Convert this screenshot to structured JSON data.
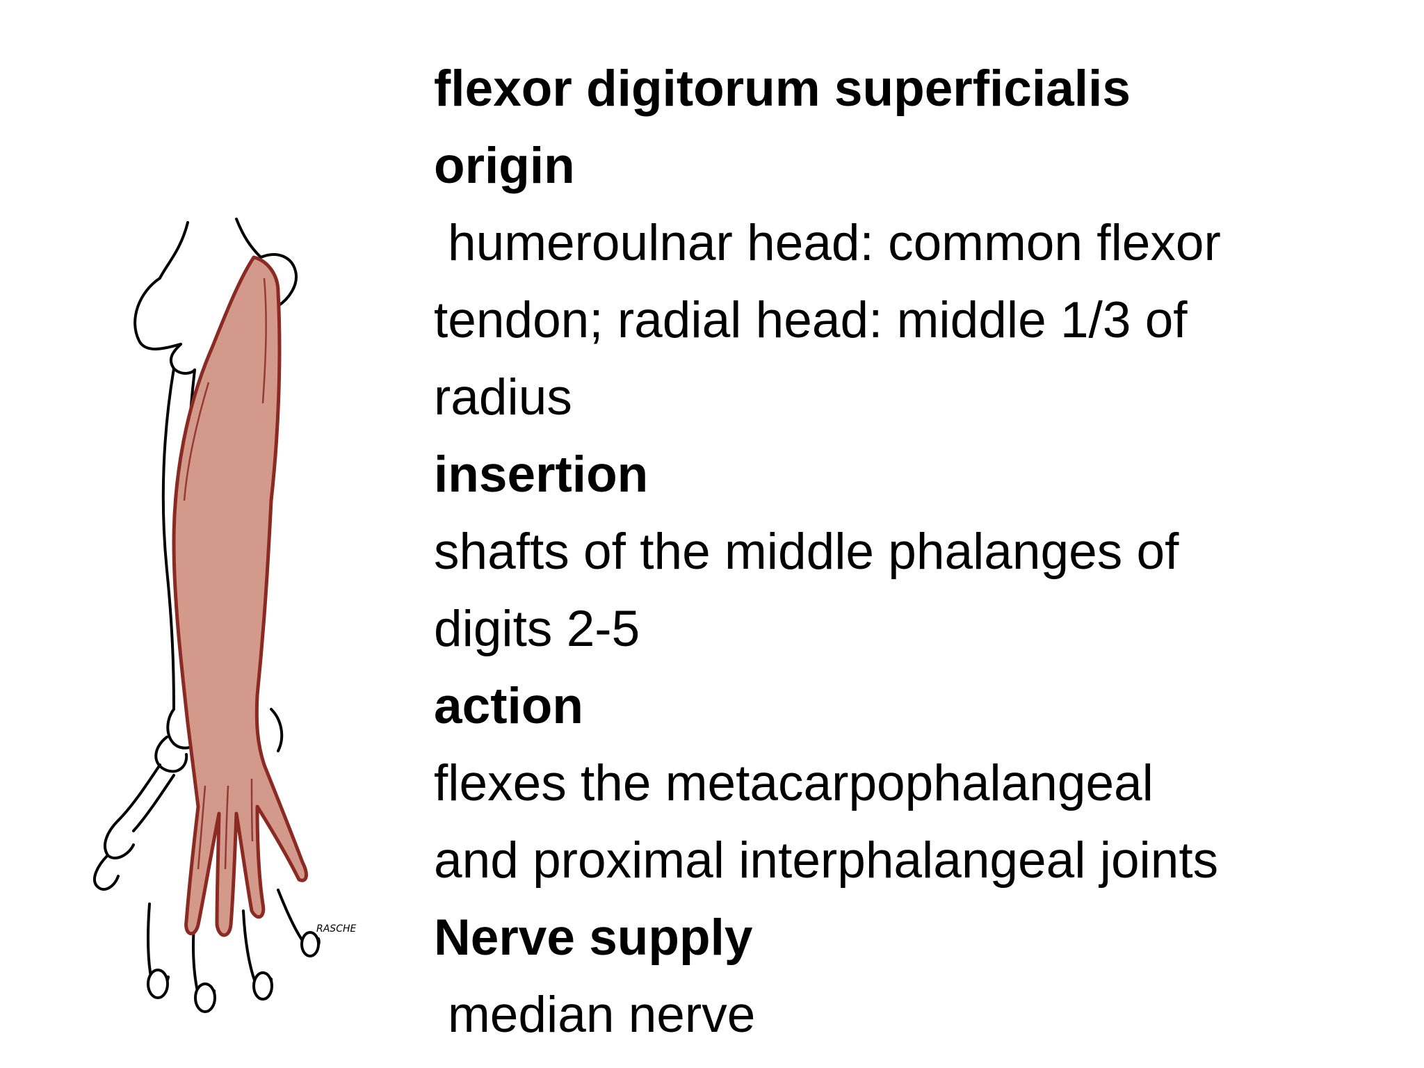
{
  "title": "flexor digitorum superficialis",
  "sections": {
    "origin": {
      "heading": "origin",
      "lines": [
        "humeroulnar head: common flexor",
        "tendon; radial head: middle 1/3 of",
        "radius"
      ]
    },
    "insertion": {
      "heading": "insertion",
      "lines": [
        "shafts of the middle phalanges of",
        "digits 2-5"
      ]
    },
    "action": {
      "heading": "action",
      "lines": [
        "flexes the metacarpophalangeal",
        "and proximal interphalangeal joints"
      ]
    },
    "nerve_supply": {
      "heading": "Nerve supply",
      "lines": [
        "median nerve"
      ]
    }
  },
  "illustration": {
    "signature": "RASCHE",
    "muscle_color": "#d39a8c",
    "muscle_outline_color": "#8b2a22"
  }
}
